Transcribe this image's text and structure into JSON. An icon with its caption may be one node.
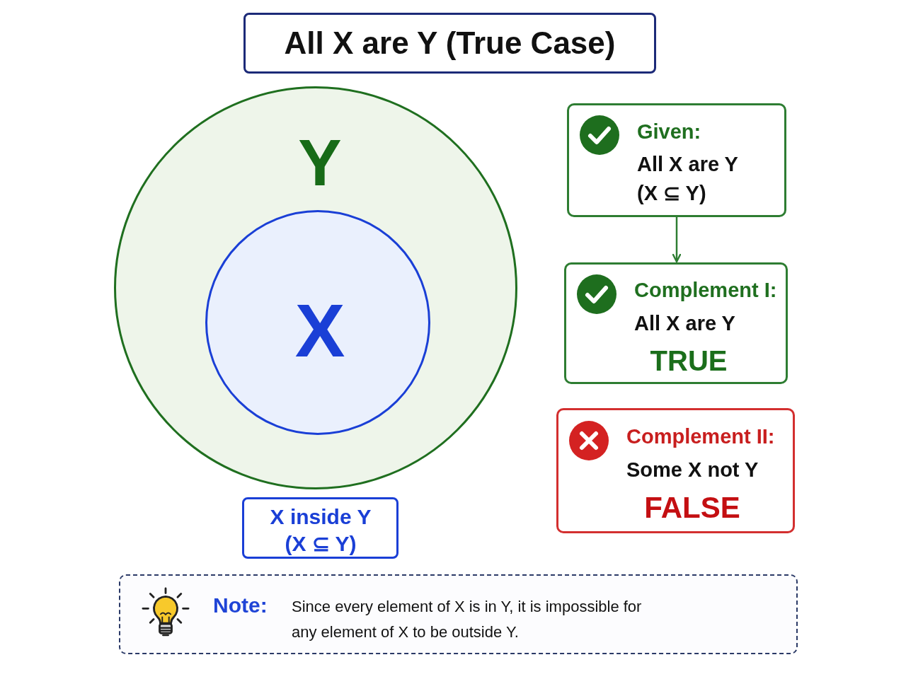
{
  "diagram": {
    "title": "All X are Y (True Case)",
    "nodes": [
      {
        "text": [
          "Y"
        ]
      },
      {
        "text": [
          "X"
        ],
        "in": 0
      },
      {
        "text": [
          "X inside Y (X ⊆ Y)"
        ]
      },
      {
        "text": [
          "Given:",
          "All X are Y",
          "(X ⊆ Y)"
        ]
      },
      {
        "text": [
          "Complement I:",
          "All X are Y",
          "TRUE"
        ]
      },
      {
        "text": [
          "Complement II:",
          "Some X not Y",
          "FALSE"
        ]
      },
      {
        "text": [
          "Note:",
          "Since every element of X is in Y, it is impossible for any element of X to be outside Y."
        ]
      }
    ],
    "edges": [
      {
        "from": 3,
        "to": 4,
        "arrow": "to"
      }
    ]
  }
}
